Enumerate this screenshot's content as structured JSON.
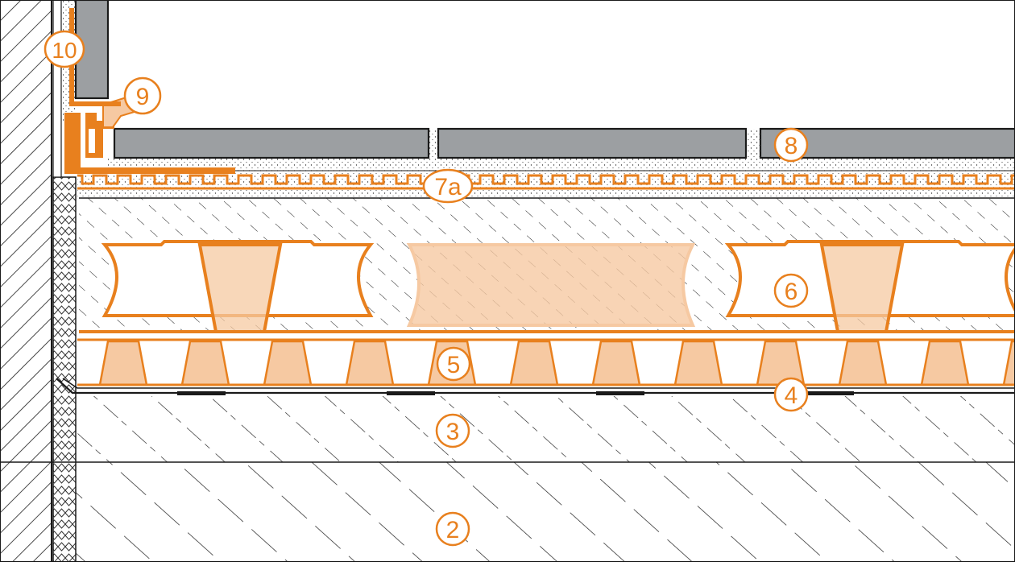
{
  "colors": {
    "orange": "#e8801e",
    "orange_fill": "#f6c9a2",
    "tile": "#9c9fa2",
    "line": "#1a1a1a",
    "background": "#ffffff"
  },
  "labels": {
    "l2": "2",
    "l3": "3",
    "l4": "4",
    "l5": "5",
    "l6": "6",
    "l7a": "7a",
    "l8": "8",
    "l9": "9",
    "l10": "10"
  }
}
